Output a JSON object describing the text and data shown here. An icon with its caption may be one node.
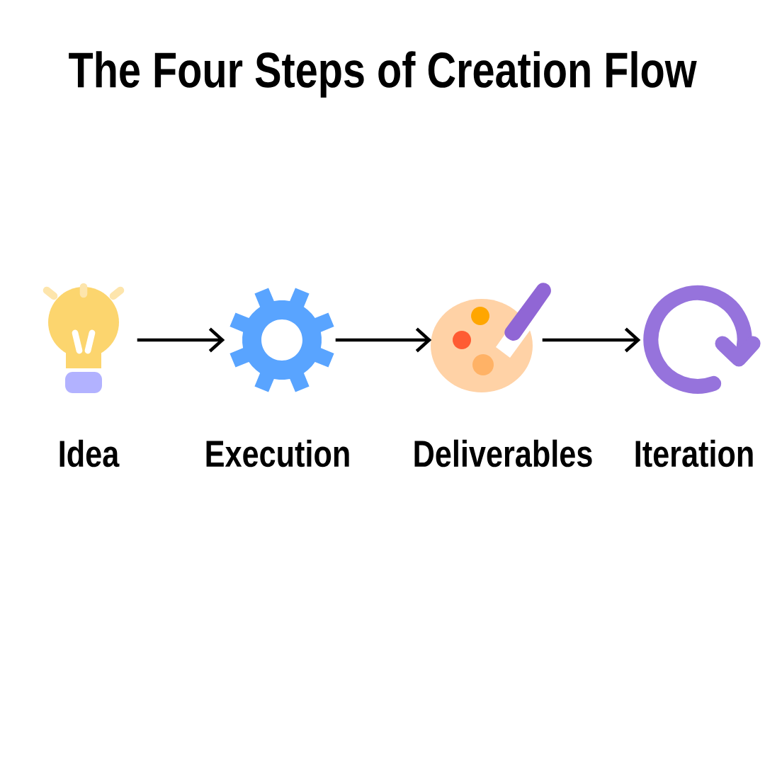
{
  "diagram": {
    "title": "The Four Steps of Creation Flow",
    "nodes": [
      {
        "text": [
          "Idea"
        ]
      },
      {
        "text": [
          "Execution"
        ]
      },
      {
        "text": [
          "Deliverables"
        ]
      },
      {
        "text": [
          "Iteration"
        ]
      }
    ],
    "edges": [
      {
        "from": 0,
        "to": 1,
        "arrow": "to"
      },
      {
        "from": 1,
        "to": 2,
        "arrow": "to"
      },
      {
        "from": 2,
        "to": 3,
        "arrow": "to"
      }
    ]
  }
}
